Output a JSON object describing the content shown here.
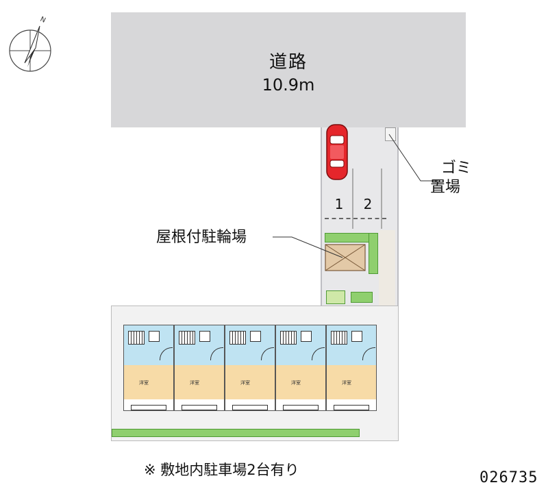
{
  "road": {
    "title": "道路",
    "width": "10.9m"
  },
  "parking": {
    "spaces": [
      "1",
      "2"
    ]
  },
  "labels": {
    "gomi_line1": "ゴミ",
    "gomi_line2": "置場",
    "bike_shelter": "屋根付駐輪場"
  },
  "footer": {
    "note": "※ 敷地内駐車場2台有り",
    "code": "026735"
  },
  "units": [
    {
      "room_label": "洋室"
    },
    {
      "room_label": "洋室"
    },
    {
      "room_label": "洋室"
    },
    {
      "room_label": "洋室"
    },
    {
      "room_label": "洋室"
    }
  ],
  "colors": {
    "road": "#d7d7d9",
    "car": "#e5262b",
    "hedge": "#8fcf6e",
    "unit_upper": "#bfe3f2",
    "unit_lower": "#f7dba7"
  }
}
